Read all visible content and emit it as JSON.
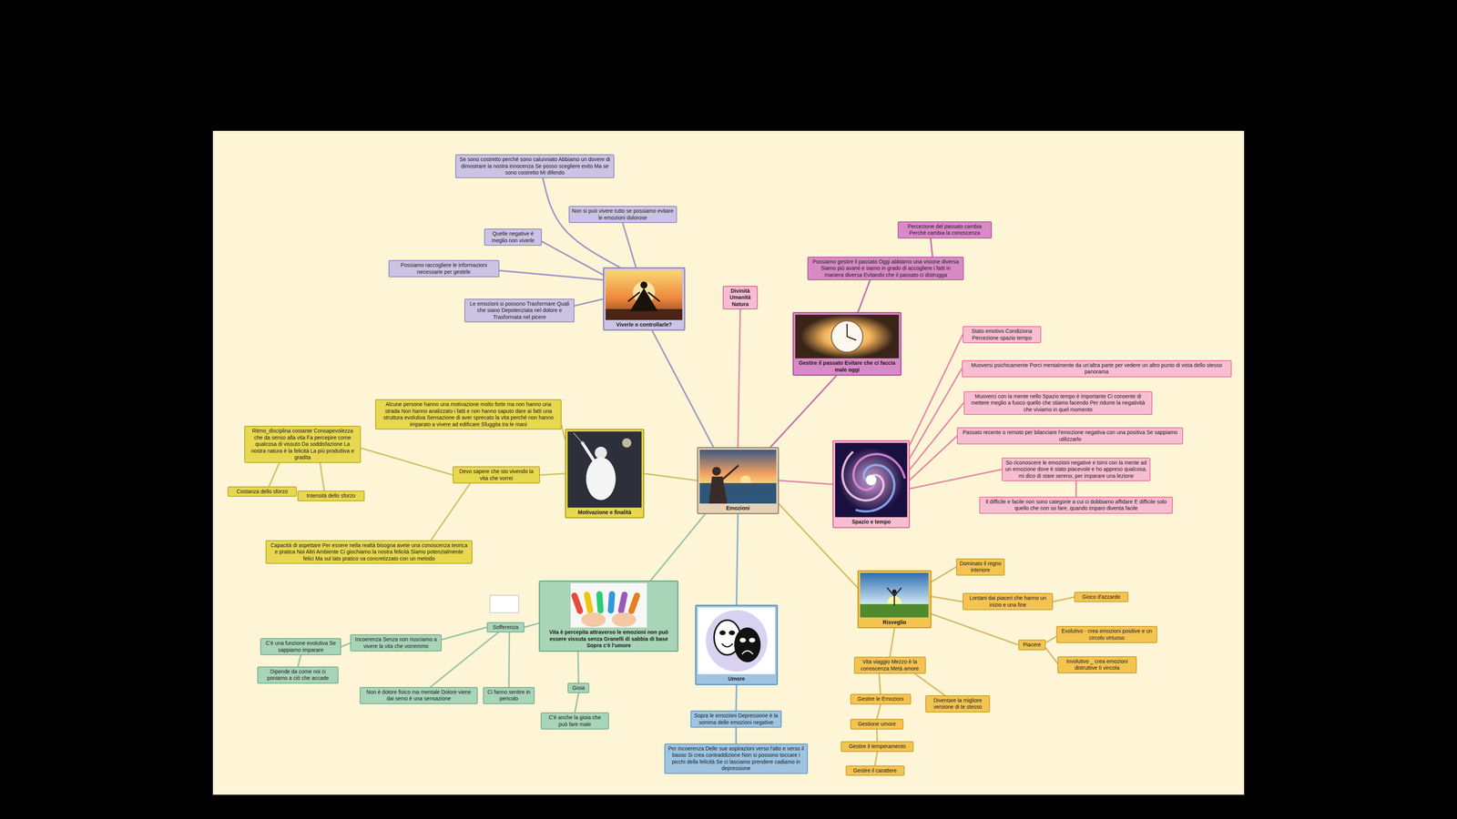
{
  "diagram": {
    "nodes": [
      {
        "text": [
          "Emozioni"
        ]
      },
      {
        "text": [
          "Viverle o controllarle?"
        ]
      },
      {
        "text": [
          "Se sono costretto perché sono calunniato Abbiamo un dovere di dimostrare la nostra innocenza Se posso scegliere evito Ma se sono costretto Mi difendo"
        ]
      },
      {
        "text": [
          "Non si può vivere tutto se possiamo evitare le emozioni dolorose"
        ]
      },
      {
        "text": [
          "Quelle negative è meglio non viverle"
        ]
      },
      {
        "text": [
          "Possiamo raccogliere le informazioni necessarie per gestirle"
        ]
      },
      {
        "text": [
          "Le emozioni si possono Trasformare Quali che siano Depotenziata nel dolore e Trasformata nel picere"
        ]
      },
      {
        "text": [
          "Divinità Umanità Natura"
        ]
      },
      {
        "text": [
          "Gestire il passato Evitare che ci faccia male oggi"
        ]
      },
      {
        "text": [
          "Possiamo gestire il passato Oggi abbiamo una visione diversa Siamo più avanti e siamo in grado di accogliere i fatti in maniera diversa Evitando che il passato ci distrugga"
        ]
      },
      {
        "text": [
          "Percezione del passato cambia Perché cambia la conoscenza"
        ]
      },
      {
        "text": [
          "Spazio e tempo"
        ]
      },
      {
        "text": [
          "Stato emotivo Condiziona Percezione spazio tempo"
        ]
      },
      {
        "text": [
          "Muoversi psichicamente Porci mentalmente da un'altra parte per vedere un altro punto di vista dello stesso panorama"
        ]
      },
      {
        "text": [
          "Muoverci con la mente nello Spazio tempo è importante Ci consente di mettere meglio a fuoco quello che stiamo facendo Per ridurre la negatività che viviamo in quel momento"
        ]
      },
      {
        "text": [
          "Passato recente o remoto per bilanciare l'emozione negativa con una positiva Se sappiamo utilizzarlo"
        ]
      },
      {
        "text": [
          "So riconoscere le emozioni negative e torni con la mente ad un emozione dove è stato piacevole e ho appreso qualcosa, mi dico di stare sereno, per imparare una lezione"
        ]
      },
      {
        "text": [
          "Il difficile e facile non sono categorie a cui ci dobbiamo affidare E difficile solo quello che non so fare, quando imparo diventa facile"
        ]
      },
      {
        "text": [
          "Motivazione e finalità"
        ]
      },
      {
        "text": [
          "Alcune persone hanno una motivazione molto forte ma non hanno una strada Non hanno analizzato i fatti e non hanno saputo dare ai fatti una struttura evolutiva Sensazione di aver sprecato la vita perché non hanno imparato a vivere ad edificare Sfuggita tra le mani"
        ]
      },
      {
        "text": [
          "Devo sapere che sto vivendo la vita che vorrei"
        ]
      },
      {
        "text": [
          "Ritmo_disciplina costante Consapevolezza che da senso alla vita Fa percepire come qualcosa di vissuto Da soddisfazione La nostra natura è la felicità La più produttiva e gradita"
        ]
      },
      {
        "text": [
          "Costanza dello sforzo"
        ]
      },
      {
        "text": [
          "Intensità dello sforzo"
        ]
      },
      {
        "text": [
          "Capacità di aspettare Per essere nella realtà bisogna avete una conoscenza teorica e pratica Noi Altri Ambiente Ci giochiamo la nostra felicità Siamo potenzialmente felici Ma sul lato pratico va concretizzato con un metodo"
        ]
      },
      {
        "text": [
          "Vita è percepita attraverso le emozioni non può essere vissuta senza Granelli di sabbia di base Sopra c'è l'umore"
        ]
      },
      {
        "text": [
          "Sofferenza"
        ]
      },
      {
        "text": [
          "Incoerenza Senza non riusciamo a vivere la vita che vorremmo"
        ]
      },
      {
        "text": [
          "C'è una funzione evolutiva Se sappiamo imparare"
        ]
      },
      {
        "text": [
          "Dipende da come noi ci poniamo a ciò che accade"
        ]
      },
      {
        "text": [
          "Non è dolore fisico ma mentale Dolore viene dai sensi è una sensazione"
        ]
      },
      {
        "text": [
          "Ci fanno sentire in pericolo"
        ]
      },
      {
        "text": [
          "Gioia"
        ]
      },
      {
        "text": [
          "C'è anche la gioia che può fare male"
        ]
      },
      {
        "text": [
          "Umore"
        ]
      },
      {
        "text": [
          "Sopra le emozioni Depressione è la somma delle emozioni negative"
        ]
      },
      {
        "text": [
          "Per incoerenza Delle sue aspirazioni verso l'alto e verso il basso Si crea contraddizione Non si possono toccare i picchi della felicità Se ci lasciamo prendere cadiamo in depressione"
        ]
      },
      {
        "text": [
          "Risveglio"
        ]
      },
      {
        "text": [
          "Dominato il regno interiore"
        ]
      },
      {
        "text": [
          "Lontani dai piaceri che hanno un inizio e una fine"
        ]
      },
      {
        "text": [
          "Gioco d'azzardo"
        ]
      },
      {
        "text": [
          "Piacere"
        ]
      },
      {
        "text": [
          "Evolutivo - crea emozioni positive e un circolo virtuoso"
        ]
      },
      {
        "text": [
          "Involutivo _ crea emozioni distruttive ti vincola"
        ]
      },
      {
        "text": [
          "Vita viaggio Mezzo è la conoscenza Metà amore"
        ]
      },
      {
        "text": [
          "Diventare la migliore versione di te stesso"
        ]
      },
      {
        "text": [
          "Gestire le Emozioni"
        ]
      },
      {
        "text": [
          "Gestione umore"
        ]
      },
      {
        "text": [
          "Gestire il temperamento"
        ]
      },
      {
        "text": [
          "Gestire il carattere"
        ]
      }
    ],
    "edges": [
      {
        "from": 0,
        "to": 1,
        "arrow": "none"
      },
      {
        "from": 1,
        "to": 2,
        "arrow": "none"
      },
      {
        "from": 1,
        "to": 3,
        "arrow": "none"
      },
      {
        "from": 1,
        "to": 4,
        "arrow": "none"
      },
      {
        "from": 1,
        "to": 5,
        "arrow": "none"
      },
      {
        "from": 1,
        "to": 6,
        "arrow": "none"
      },
      {
        "from": 0,
        "to": 7,
        "arrow": "none"
      },
      {
        "from": 0,
        "to": 8,
        "arrow": "none"
      },
      {
        "from": 8,
        "to": 9,
        "arrow": "none"
      },
      {
        "from": 9,
        "to": 10,
        "arrow": "none"
      },
      {
        "from": 0,
        "to": 11,
        "arrow": "none"
      },
      {
        "from": 11,
        "to": 12,
        "arrow": "none"
      },
      {
        "from": 11,
        "to": 13,
        "arrow": "none"
      },
      {
        "from": 11,
        "to": 14,
        "arrow": "none"
      },
      {
        "from": 11,
        "to": 15,
        "arrow": "none"
      },
      {
        "from": 11,
        "to": 16,
        "arrow": "none"
      },
      {
        "from": 16,
        "to": 17,
        "arrow": "none"
      },
      {
        "from": 0,
        "to": 18,
        "arrow": "none"
      },
      {
        "from": 18,
        "to": 19,
        "arrow": "none"
      },
      {
        "from": 18,
        "to": 20,
        "arrow": "none"
      },
      {
        "from": 20,
        "to": 21,
        "arrow": "none"
      },
      {
        "from": 21,
        "to": 22,
        "arrow": "none"
      },
      {
        "from": 21,
        "to": 23,
        "arrow": "none"
      },
      {
        "from": 20,
        "to": 24,
        "arrow": "none"
      },
      {
        "from": 0,
        "to": 25,
        "arrow": "none"
      },
      {
        "from": 25,
        "to": 26,
        "arrow": "none"
      },
      {
        "from": 26,
        "to": 27,
        "arrow": "none"
      },
      {
        "from": 27,
        "to": 28,
        "arrow": "none"
      },
      {
        "from": 28,
        "to": 29,
        "arrow": "none"
      },
      {
        "from": 26,
        "to": 30,
        "arrow": "none"
      },
      {
        "from": 26,
        "to": 31,
        "arrow": "none"
      },
      {
        "from": 25,
        "to": 32,
        "arrow": "none"
      },
      {
        "from": 32,
        "to": 33,
        "arrow": "none"
      },
      {
        "from": 0,
        "to": 34,
        "arrow": "none"
      },
      {
        "from": 34,
        "to": 35,
        "arrow": "none"
      },
      {
        "from": 35,
        "to": 36,
        "arrow": "none"
      },
      {
        "from": 0,
        "to": 37,
        "arrow": "none"
      },
      {
        "from": 37,
        "to": 38,
        "arrow": "none"
      },
      {
        "from": 37,
        "to": 39,
        "arrow": "none"
      },
      {
        "from": 39,
        "to": 40,
        "arrow": "none"
      },
      {
        "from": 37,
        "to": 41,
        "arrow": "none"
      },
      {
        "from": 41,
        "to": 42,
        "arrow": "none"
      },
      {
        "from": 41,
        "to": 43,
        "arrow": "none"
      },
      {
        "from": 37,
        "to": 44,
        "arrow": "none"
      },
      {
        "from": 44,
        "to": 45,
        "arrow": "none"
      },
      {
        "from": 44,
        "to": 46,
        "arrow": "none"
      },
      {
        "from": 46,
        "to": 47,
        "arrow": "none"
      },
      {
        "from": 47,
        "to": 48,
        "arrow": "none"
      },
      {
        "from": 48,
        "to": 49,
        "arrow": "none"
      }
    ]
  }
}
